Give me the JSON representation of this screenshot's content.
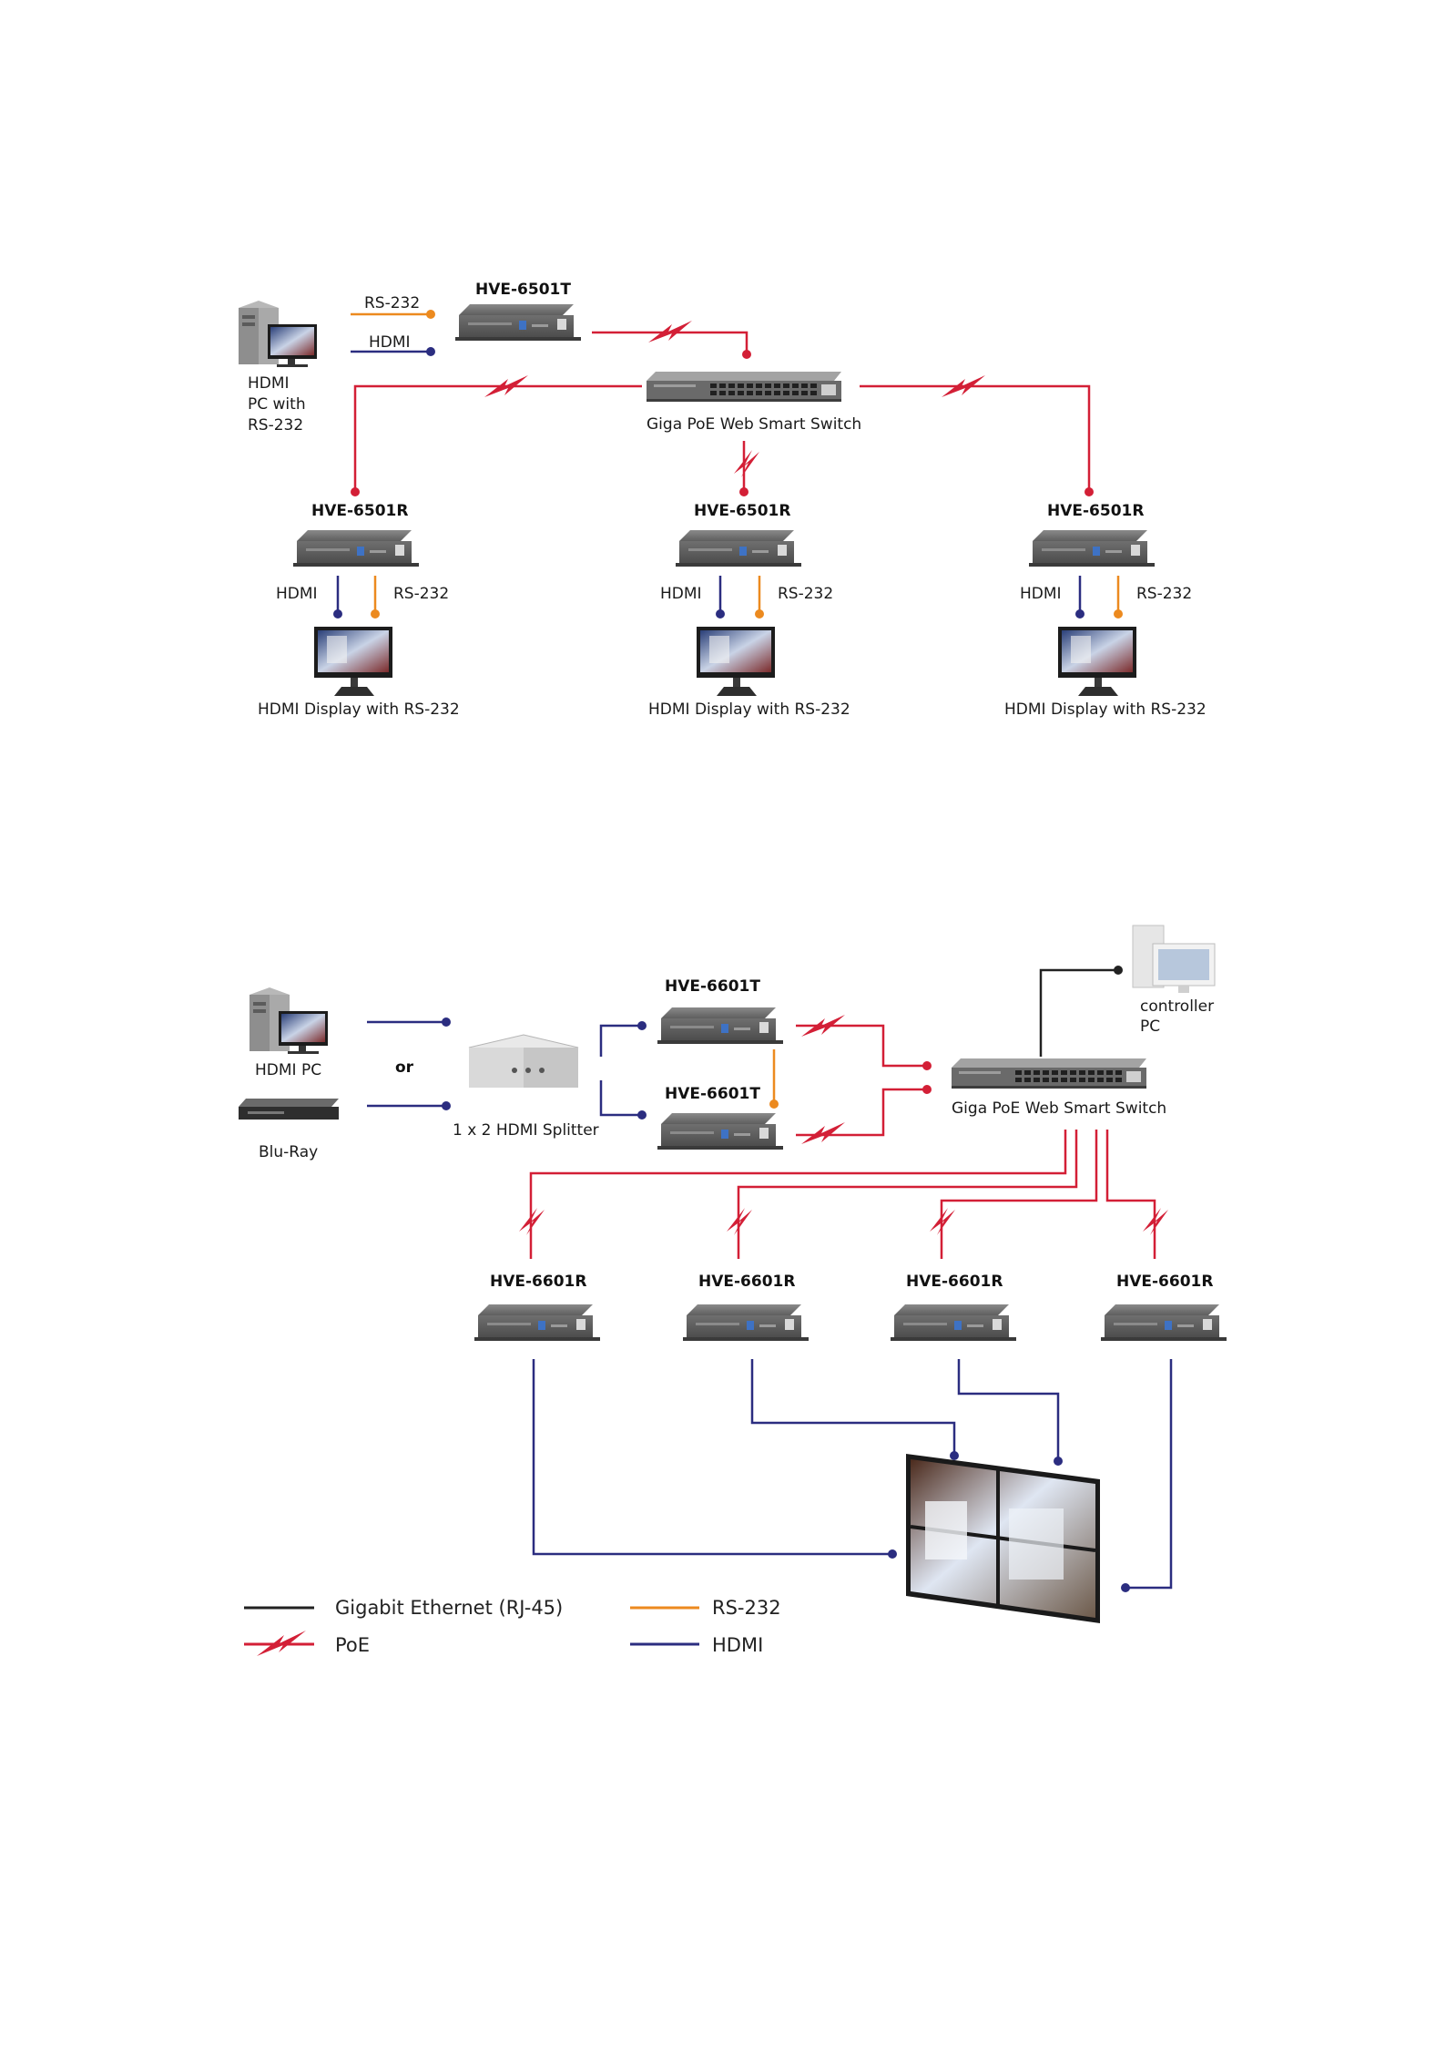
{
  "colors": {
    "poe": "#d31f36",
    "hdmi": "#2b2d80",
    "rs232": "#ec8a1f",
    "ethernet": "#222222"
  },
  "diagram1": {
    "transmitter": "HVE-6501T",
    "source_rs232": "RS-232",
    "source_hdmi": "HDMI",
    "source_pc": [
      "HDMI",
      "PC with",
      "RS-232"
    ],
    "switch": "Giga PoE Web Smart Switch",
    "receivers": [
      {
        "name": "HVE-6501R",
        "hdmi": "HDMI",
        "rs232": "RS-232",
        "display": "HDMI Display with RS-232"
      },
      {
        "name": "HVE-6501R",
        "hdmi": "HDMI",
        "rs232": "RS-232",
        "display": "HDMI Display with RS-232"
      },
      {
        "name": "HVE-6501R",
        "hdmi": "HDMI",
        "rs232": "RS-232",
        "display": "HDMI Display with RS-232"
      }
    ]
  },
  "diagram2": {
    "transmitter_top": "HVE-6601T",
    "transmitter_bottom": "HVE-6601T",
    "hdmi_pc": "HDMI PC",
    "or": "or",
    "bluray": "Blu-Ray",
    "splitter": "1 x 2 HDMI Splitter",
    "switch": "Giga PoE Web Smart Switch",
    "controller": [
      "controller",
      "PC"
    ],
    "receivers": [
      "HVE-6601R",
      "HVE-6601R",
      "HVE-6601R",
      "HVE-6601R"
    ]
  },
  "legend": {
    "ethernet": "Gigabit Ethernet (RJ-45)",
    "poe": "PoE",
    "rs232": "RS-232",
    "hdmi": "HDMI"
  }
}
